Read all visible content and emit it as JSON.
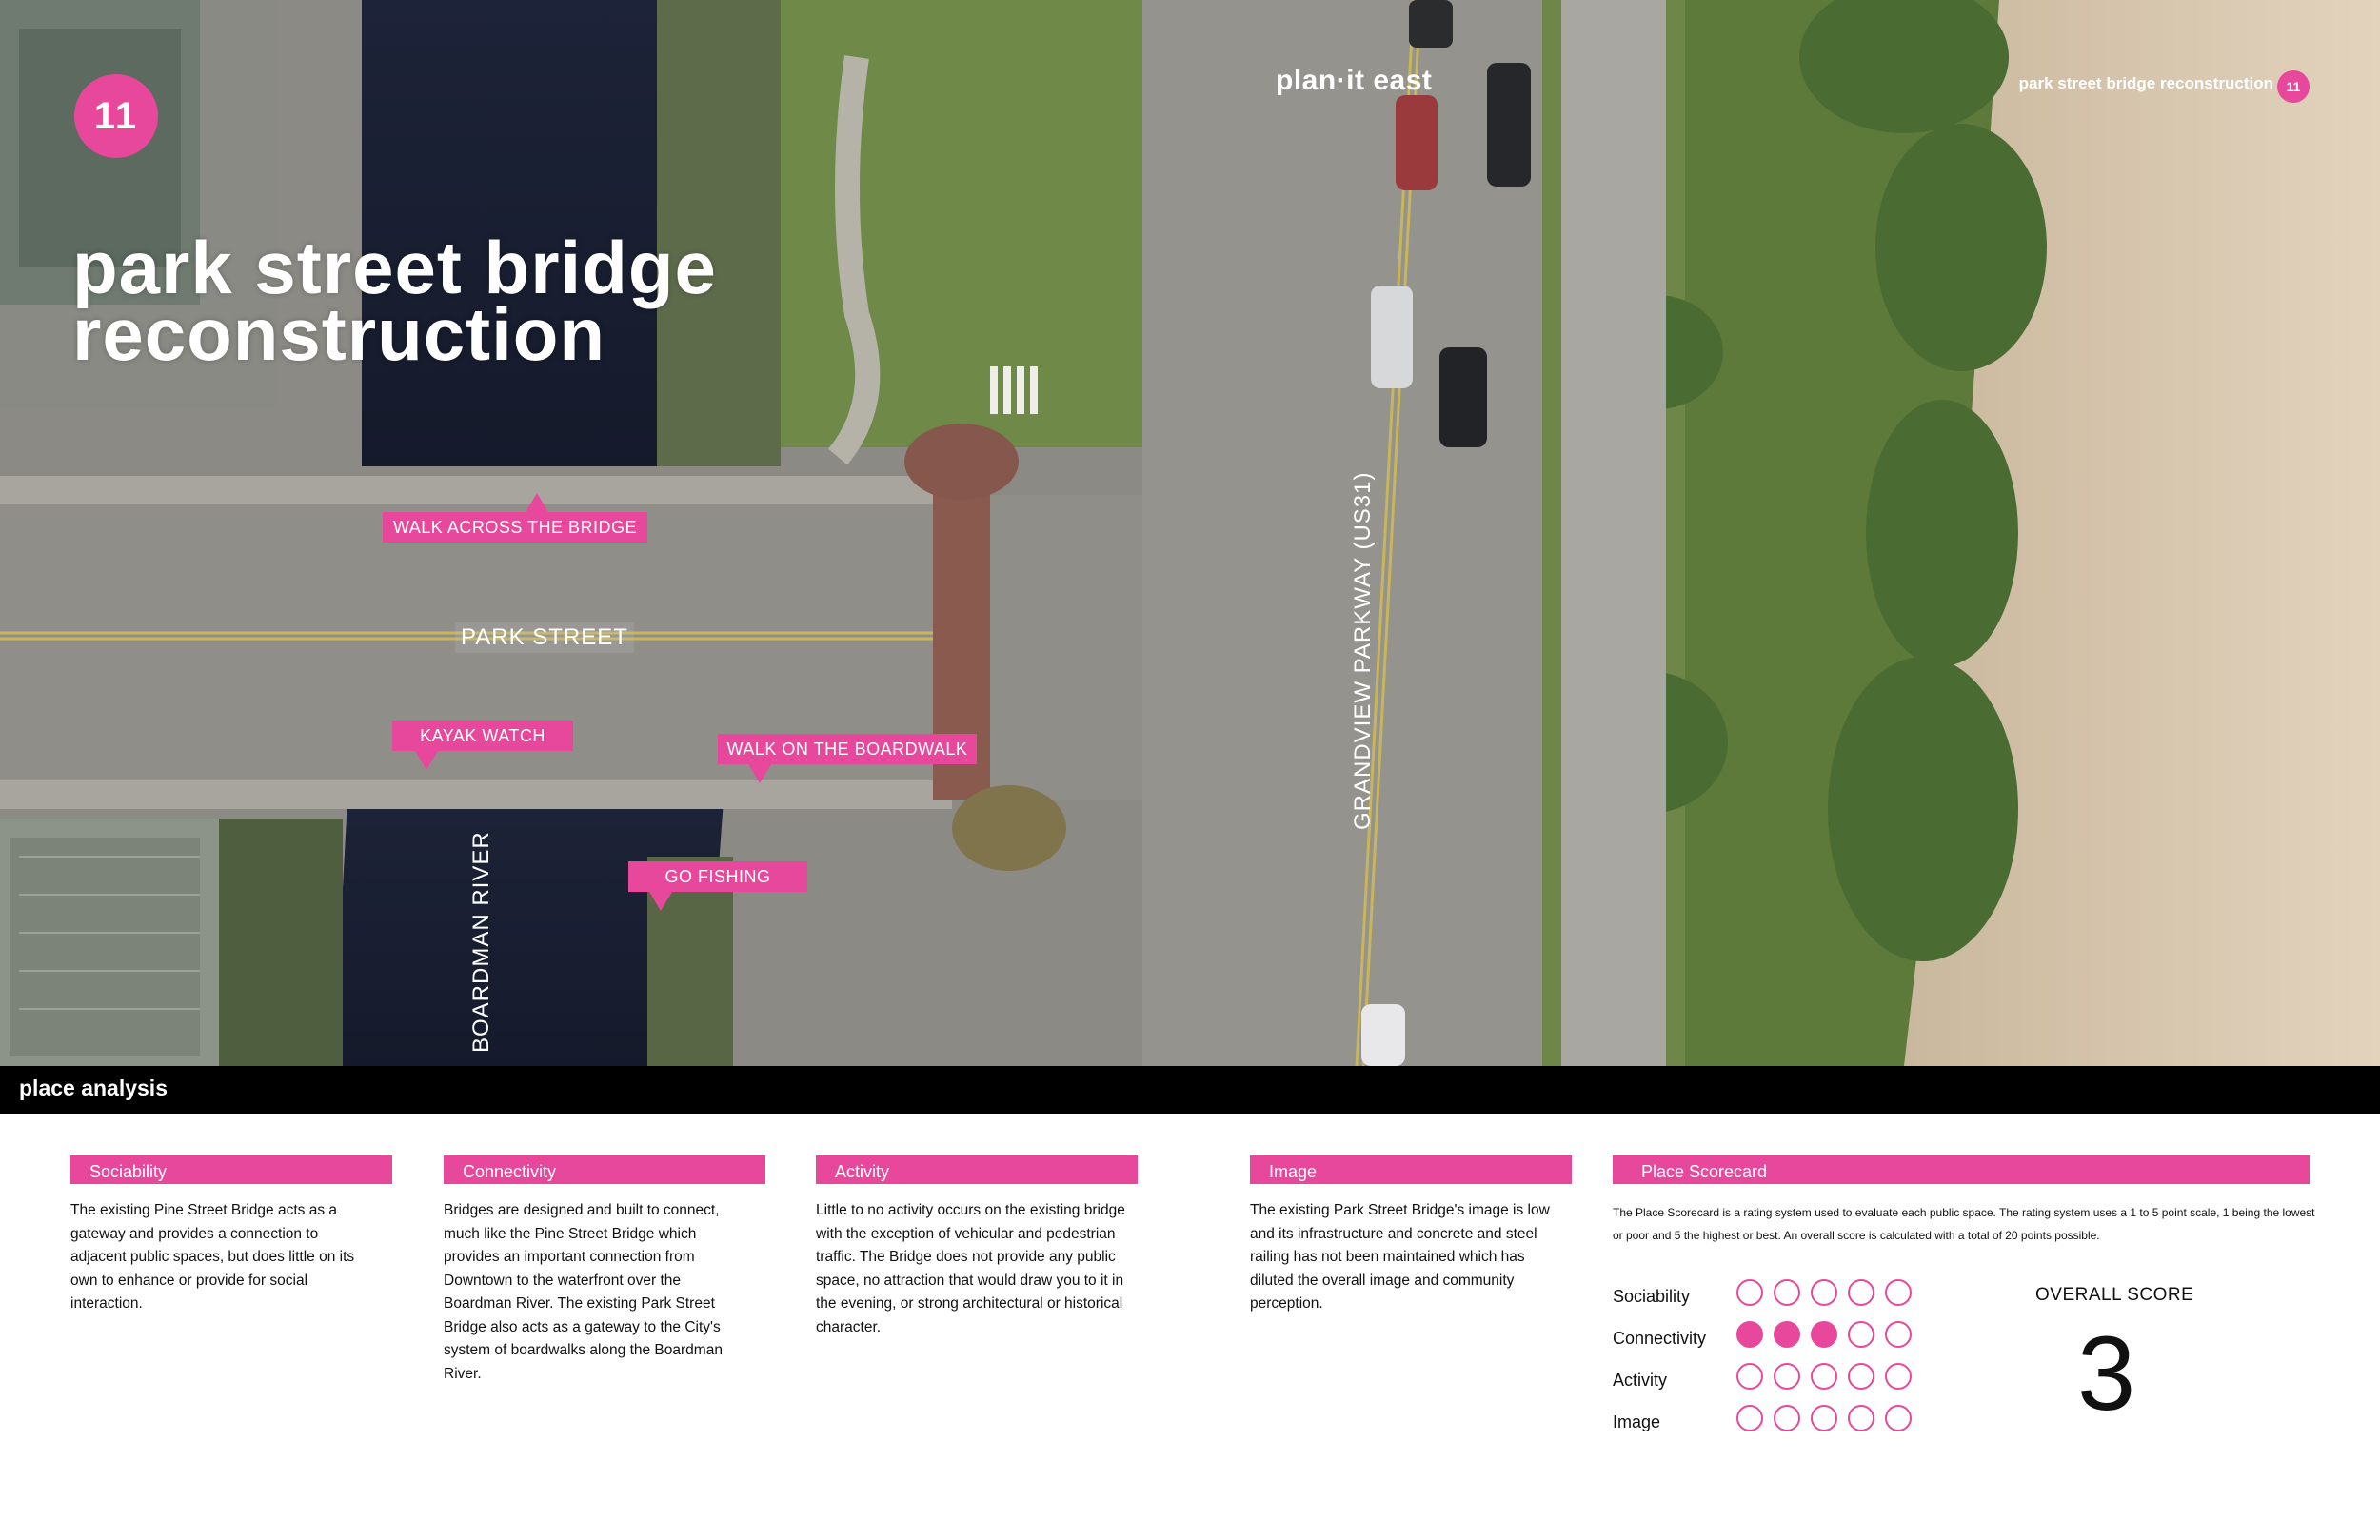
{
  "page_number": "11",
  "brand": "plan·it east",
  "header": {
    "section_title": "park street bridge reconstruction",
    "page_number": "11"
  },
  "title": {
    "line1": "park street bridge",
    "line2": "reconstruction"
  },
  "map_labels": {
    "walk_across": "WALK ACROSS THE BRIDGE",
    "park_street": "PARK STREET",
    "kayak_watch": "KAYAK WATCH",
    "boardwalk": "WALK ON THE BOARDWALK",
    "go_fishing": "GO FISHING",
    "boardman_river": "BOARDMAN RIVER",
    "grandview": "GRANDVIEW PARKWAY (US31)"
  },
  "band_title": "place analysis",
  "sections": [
    {
      "heading": "Sociability",
      "text": "The existing Pine Street Bridge acts as a gateway and provides a connection to adjacent public spaces, but does little on its own to enhance or provide for social interaction."
    },
    {
      "heading": "Connectivity",
      "text": "Bridges are designed and built to connect, much like the Pine Street Bridge which provides an important connection from Downtown to the waterfront over the Boardman River.  The existing Park Street Bridge also acts as a gateway to the City's system of boardwalks along the Boardman River."
    },
    {
      "heading": "Activity",
      "text": "Little to no activity occurs on the existing bridge with the exception of vehicular and pedestrian traffic.  The Bridge does not provide any public space, no attraction that would draw you to it in the evening, or strong architectural or historical character."
    },
    {
      "heading": "Image",
      "text": "The existing Park Street Bridge's image is low and its infrastructure and concrete and steel railing has not been maintained which has diluted the overall image and community perception."
    }
  ],
  "scorecard": {
    "heading": "Place Scorecard",
    "description": "The Place Scorecard is a rating system used to evaluate each public space.  The rating system uses a 1 to 5 point scale, 1 being the lowest or poor and 5 the highest or best.  An overall score is calculated with a total of 20 points possible.",
    "rows": [
      {
        "label": "Sociability",
        "score": 0
      },
      {
        "label": "Connectivity",
        "score": 3
      },
      {
        "label": "Activity",
        "score": 0
      },
      {
        "label": "Image",
        "score": 0
      }
    ],
    "max_score": 5,
    "overall_label": "OVERALL SCORE",
    "overall_value": "3",
    "accent_color": "#e8489b"
  }
}
